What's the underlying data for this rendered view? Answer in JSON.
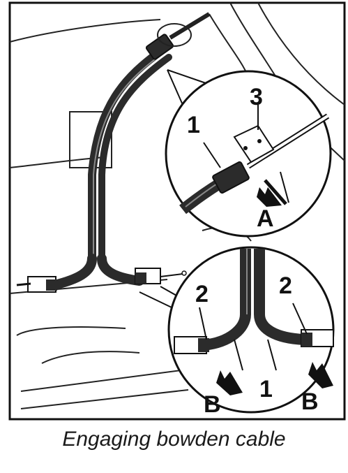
{
  "figure": {
    "caption": "Engaging bowden cable",
    "callouts": {
      "top_detail": {
        "cable": "1",
        "bracket": "3",
        "arrow": "A"
      },
      "bottom_detail": {
        "left_end": "2",
        "right_end": "2",
        "split": "1",
        "left_arrow": "B",
        "right_arrow": "B"
      }
    },
    "colors": {
      "line": "#111111",
      "cable": "#2b2b2b",
      "cable_highlight": "#777777",
      "paper": "#ffffff"
    },
    "icons": [
      "push-arrow-icon",
      "cable-clip-icon",
      "connector-icon"
    ]
  }
}
